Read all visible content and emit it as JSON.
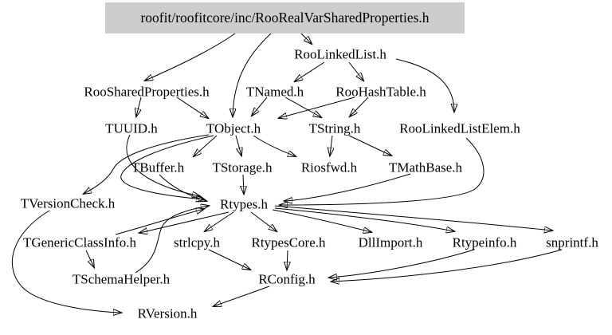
{
  "diagram": {
    "type": "include-dependency-graph",
    "root": {
      "label": "roofit/roofitcore/inc/RooRealVarSharedProperties.h"
    },
    "nodes": [
      {
        "id": "roolinkedlist",
        "label": "RooLinkedList.h"
      },
      {
        "id": "roosharedproperties",
        "label": "RooSharedProperties.h"
      },
      {
        "id": "tnamed",
        "label": "TNamed.h"
      },
      {
        "id": "roohashtable",
        "label": "RooHashTable.h"
      },
      {
        "id": "tuuid",
        "label": "TUUID.h"
      },
      {
        "id": "tobject",
        "label": "TObject.h"
      },
      {
        "id": "tstring",
        "label": "TString.h"
      },
      {
        "id": "roolinkedlistelem",
        "label": "RooLinkedListElem.h"
      },
      {
        "id": "tbuffer",
        "label": "TBuffer.h"
      },
      {
        "id": "tstorage",
        "label": "TStorage.h"
      },
      {
        "id": "riosfwd",
        "label": "Riosfwd.h"
      },
      {
        "id": "tmathbase",
        "label": "TMathBase.h"
      },
      {
        "id": "tversioncheck",
        "label": "TVersionCheck.h"
      },
      {
        "id": "rtypes",
        "label": "Rtypes.h"
      },
      {
        "id": "tgenericclassinfo",
        "label": "TGenericClassInfo.h"
      },
      {
        "id": "strlcpy",
        "label": "strlcpy.h"
      },
      {
        "id": "rtypescore",
        "label": "RtypesCore.h"
      },
      {
        "id": "dllimport",
        "label": "DllImport.h"
      },
      {
        "id": "rtypeinfo",
        "label": "Rtypeinfo.h"
      },
      {
        "id": "snprintf",
        "label": "snprintf.h"
      },
      {
        "id": "tschemahelper",
        "label": "TSchemaHelper.h"
      },
      {
        "id": "rconfig",
        "label": "RConfig.h"
      },
      {
        "id": "rversion",
        "label": "RVersion.h"
      }
    ],
    "edges": [
      {
        "from": "root",
        "to": "roosharedproperties"
      },
      {
        "from": "root",
        "to": "roolinkedlist"
      },
      {
        "from": "root",
        "to": "tobject"
      },
      {
        "from": "roolinkedlist",
        "to": "tnamed"
      },
      {
        "from": "roolinkedlist",
        "to": "roohashtable"
      },
      {
        "from": "roolinkedlist",
        "to": "roolinkedlistelem"
      },
      {
        "from": "roosharedproperties",
        "to": "tuuid"
      },
      {
        "from": "roosharedproperties",
        "to": "tobject"
      },
      {
        "from": "tnamed",
        "to": "tobject"
      },
      {
        "from": "tnamed",
        "to": "tstring"
      },
      {
        "from": "roohashtable",
        "to": "tobject"
      },
      {
        "from": "roohashtable",
        "to": "tstring"
      },
      {
        "from": "tobject",
        "to": "tbuffer"
      },
      {
        "from": "tobject",
        "to": "tstorage"
      },
      {
        "from": "tobject",
        "to": "riosfwd"
      },
      {
        "from": "tobject",
        "to": "tversioncheck"
      },
      {
        "from": "tobject",
        "to": "rtypes"
      },
      {
        "from": "tstring",
        "to": "riosfwd"
      },
      {
        "from": "tstring",
        "to": "tmathbase"
      },
      {
        "from": "tuuid",
        "to": "rtypes"
      },
      {
        "from": "tbuffer",
        "to": "rtypes"
      },
      {
        "from": "tstorage",
        "to": "rtypes"
      },
      {
        "from": "tmathbase",
        "to": "rtypes"
      },
      {
        "from": "roolinkedlistelem",
        "to": "rtypes"
      },
      {
        "from": "tgenericclassinfo",
        "to": "rtypes"
      },
      {
        "from": "tschemahelper",
        "to": "rtypes"
      },
      {
        "from": "rtypes",
        "to": "tgenericclassinfo"
      },
      {
        "from": "rtypes",
        "to": "strlcpy"
      },
      {
        "from": "rtypes",
        "to": "rtypescore"
      },
      {
        "from": "rtypes",
        "to": "dllimport"
      },
      {
        "from": "rtypes",
        "to": "rtypeinfo"
      },
      {
        "from": "rtypes",
        "to": "snprintf"
      },
      {
        "from": "tgenericclassinfo",
        "to": "tschemahelper"
      },
      {
        "from": "strlcpy",
        "to": "rconfig"
      },
      {
        "from": "rtypescore",
        "to": "rconfig"
      },
      {
        "from": "rtypeinfo",
        "to": "rconfig"
      },
      {
        "from": "snprintf",
        "to": "rconfig"
      },
      {
        "from": "rconfig",
        "to": "rversion"
      },
      {
        "from": "tversioncheck",
        "to": "rversion"
      }
    ],
    "colors": {
      "background": "#ffffff",
      "root_fill": "#cdcdcd",
      "edge": "#000000",
      "text": "#000000"
    }
  }
}
